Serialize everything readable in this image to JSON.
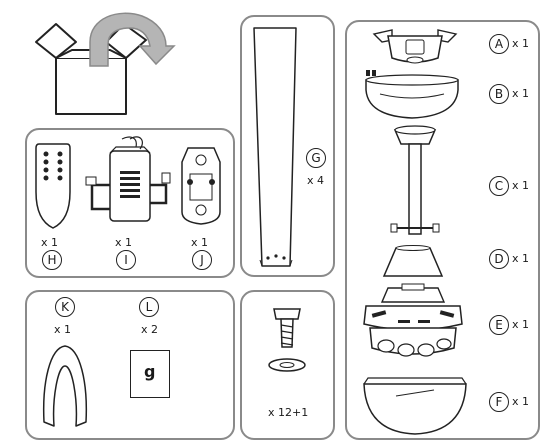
{
  "parts": [
    {
      "id": "A",
      "label": "A",
      "qty": "x 1"
    },
    {
      "id": "B",
      "label": "B",
      "qty": "x 1"
    },
    {
      "id": "C",
      "label": "C",
      "qty": "x 1"
    },
    {
      "id": "D",
      "label": "D",
      "qty": "x 1"
    },
    {
      "id": "E",
      "label": "E",
      "qty": "x 1"
    },
    {
      "id": "F",
      "label": "F",
      "qty": "x 1"
    },
    {
      "id": "G",
      "label": "G",
      "qty": "x 4"
    },
    {
      "id": "H",
      "label": "H",
      "qty": "x 1"
    },
    {
      "id": "I",
      "label": "I",
      "qty": "x 1"
    },
    {
      "id": "J",
      "label": "J",
      "qty": "x 1"
    },
    {
      "id": "K",
      "label": "K",
      "qty": "x 1"
    },
    {
      "id": "L",
      "label": "L",
      "qty": "x 2"
    }
  ],
  "screws": {
    "qty": "x 12+1"
  },
  "bag": {
    "text": "g"
  },
  "colors": {
    "border": "#8a8a8a",
    "arrow": "#b5b5b5",
    "line": "#222222"
  },
  "icons": [
    "open-box-icon",
    "curved-arrow-icon"
  ]
}
